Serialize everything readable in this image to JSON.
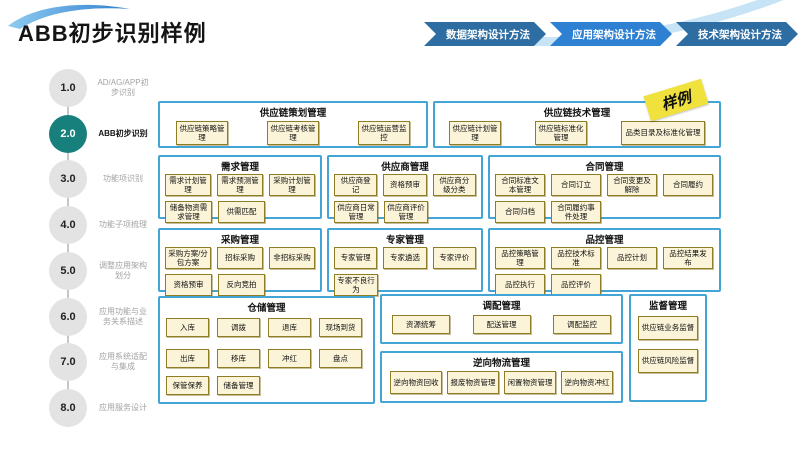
{
  "header": {
    "title": "ABB初步识别样例",
    "tabs": [
      {
        "label": "数据架构设计方法",
        "active": false
      },
      {
        "label": "应用架构设计方法",
        "active": true
      },
      {
        "label": "技术架构设计方法",
        "active": false
      }
    ]
  },
  "badge": {
    "label": "样例"
  },
  "sidebar": {
    "steps": [
      {
        "num": "1.0",
        "label": "AD/AG/APP初步识别",
        "active": false
      },
      {
        "num": "2.0",
        "label": "ABB初步识别",
        "active": true
      },
      {
        "num": "3.0",
        "label": "功能项识别",
        "active": false
      },
      {
        "num": "4.0",
        "label": "功能子项梳理",
        "active": false
      },
      {
        "num": "5.0",
        "label": "调整应用架构划分",
        "active": false
      },
      {
        "num": "6.0",
        "label": "应用功能与业务关系描述",
        "active": false
      },
      {
        "num": "7.0",
        "label": "应用系统适配与集成",
        "active": false
      },
      {
        "num": "8.0",
        "label": "应用服务设计",
        "active": false
      }
    ]
  },
  "diagram": {
    "groups": [
      {
        "title": "供应链策划管理",
        "items": [
          "供应链策略管理",
          "供应链考核管理",
          "供应链运营监控"
        ]
      },
      {
        "title": "供应链技术管理",
        "items": [
          "供应链计划管理",
          "供应链标准化管理",
          "品类目录及标准化管理"
        ]
      },
      {
        "title": "需求管理",
        "items": [
          "需求计划管理",
          "需求预测管理",
          "采购计划管理",
          "储备物资需求管理",
          "供需匹配"
        ]
      },
      {
        "title": "供应商管理",
        "items": [
          "供应商登记",
          "资格预审",
          "供应商分级分类",
          "供应商日常管理",
          "供应商评价管理"
        ]
      },
      {
        "title": "合同管理",
        "items": [
          "合同标准文本管理",
          "合同订立",
          "合同变更及解除",
          "合同履约",
          "合同归档",
          "合同履约事件处理"
        ]
      },
      {
        "title": "采购管理",
        "items": [
          "采购方案/分包方案",
          "招标采购",
          "非招标采购",
          "资格预审",
          "反向竞拍"
        ]
      },
      {
        "title": "专家管理",
        "items": [
          "专家管理",
          "专家遴选",
          "专家评价",
          "专家不良行为"
        ]
      },
      {
        "title": "品控管理",
        "items": [
          "品控策略管理",
          "品控技术标准",
          "品控计划",
          "品控结果发布",
          "品控执行",
          "品控评价"
        ]
      },
      {
        "title": "仓储管理",
        "items": [
          "入库",
          "调拨",
          "退库",
          "现场到货",
          "出库",
          "移库",
          "冲红",
          "盘点",
          "保管保养",
          "储备管理"
        ]
      },
      {
        "title": "调配管理",
        "items": [
          "资源统筹",
          "配送管理",
          "调配监控"
        ]
      },
      {
        "title": "逆向物流管理",
        "items": [
          "逆向物资回收",
          "报废物资管理",
          "闲置物资管理",
          "逆向物资冲红"
        ]
      },
      {
        "title": "监督管理",
        "items": [
          "供应链业务监督",
          "供应链风险监督"
        ]
      }
    ]
  },
  "colors": {
    "group_border": "#42a5d6",
    "box_fill": "#fbf4d8",
    "box_border": "#8f7d26",
    "tab_inactive": "#2d6da2",
    "tab_active": "#2e80d2",
    "step_active": "#17807c",
    "badge_yellow": "#f0e13c"
  }
}
